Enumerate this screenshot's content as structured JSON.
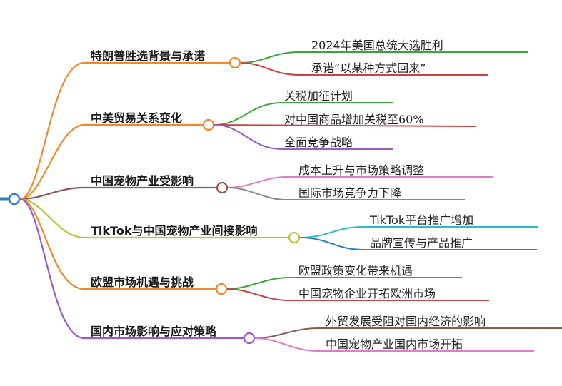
{
  "root": {
    "node_color": "#2f7fc1"
  },
  "branches": [
    {
      "label": "特朗普胜选背景与承诺",
      "color": "#f0892b",
      "children": [
        {
          "label": "2024年美国总统大选胜利",
          "color": "#3aa53a"
        },
        {
          "label": "承诺“以某种方式回来”",
          "color": "#d04040"
        }
      ]
    },
    {
      "label": "中美贸易关系变化",
      "color": "#f0892b",
      "children": [
        {
          "label": "关税加征计划",
          "color": "#3aa53a"
        },
        {
          "label": "对中国商品增加关税至60%",
          "color": "#d04040"
        },
        {
          "label": "全面竞争战略",
          "color": "#9a5cc8"
        }
      ]
    },
    {
      "label": "中国宠物产业受影响",
      "color": "#8b5a4a",
      "children": [
        {
          "label": "成本上升与市场策略调整",
          "color": "#e07cc8"
        },
        {
          "label": "国际市场竞争力下降",
          "color": "#888888"
        }
      ]
    },
    {
      "label": "TikTok与中国宠物产业间接影响",
      "color": "#b8c43a",
      "children": [
        {
          "label": "TikTok平台推广增加",
          "color": "#2bb8d0"
        },
        {
          "label": "品牌宣传与产品推广",
          "color": "#2f7fc1"
        }
      ]
    },
    {
      "label": "欧盟市场机遇与挑战",
      "color": "#f0892b",
      "children": [
        {
          "label": "欧盟政策变化带来机遇",
          "color": "#3aa53a"
        },
        {
          "label": "中国宠物企业开拓欧洲市场",
          "color": "#c04848"
        }
      ]
    },
    {
      "label": "国内市场影响与应对策略",
      "color": "#9a5cc8",
      "children": [
        {
          "label": "外贸发展受阻对国内经济的影响",
          "color": "#8b5a4a"
        },
        {
          "label": "中国宠物产业国内市场开拓",
          "color": "#e07cc8"
        }
      ]
    }
  ]
}
